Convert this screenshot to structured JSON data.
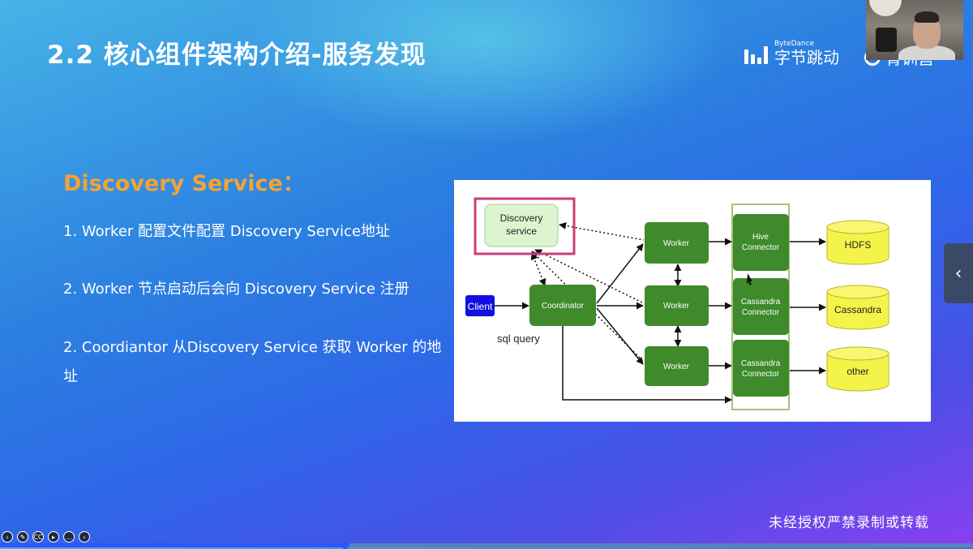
{
  "slide": {
    "title": "2.2 核心组件架构介绍-服务发现",
    "subheading": "Discovery Service：",
    "items": [
      "1. Worker 配置文件配置 Discovery Service地址",
      "2. Worker 节点启动后会向 Discovery Service 注册",
      "2. Coordiantor 从Discovery Service 获取 Worker 的地址"
    ],
    "footer_note": "未经授权严禁录制或转载"
  },
  "brand": {
    "small": "ByteDance",
    "big": "字节跳动",
    "partner": "青训营"
  },
  "diagram": {
    "discovery_line1": "Discovery",
    "discovery_line2": "service",
    "client": "Client",
    "coordinator": "Coordinator",
    "sql_query": "sql query",
    "worker": "Worker",
    "hive_line1": "Hive",
    "hive_line2": "Connector",
    "cassandra_line1": "Cassandra",
    "cassandra_line2": "Connector",
    "hdfs": "HDFS",
    "cassandra": "Cassandra",
    "other": "other"
  },
  "player": {
    "progress": 0.355,
    "icons": [
      "back-icon",
      "pen-icon",
      "cc-icon",
      "camera-icon",
      "more-icon",
      "forward-icon"
    ],
    "cc_label": "CC",
    "side_chevron": "‹"
  },
  "colors": {
    "accent_orange": "#f5a235",
    "node_green": "#3f8a2a",
    "client_blue": "#1010e0",
    "db_yellow": "#f3f34a",
    "highlight_pink": "#cc3d78"
  }
}
